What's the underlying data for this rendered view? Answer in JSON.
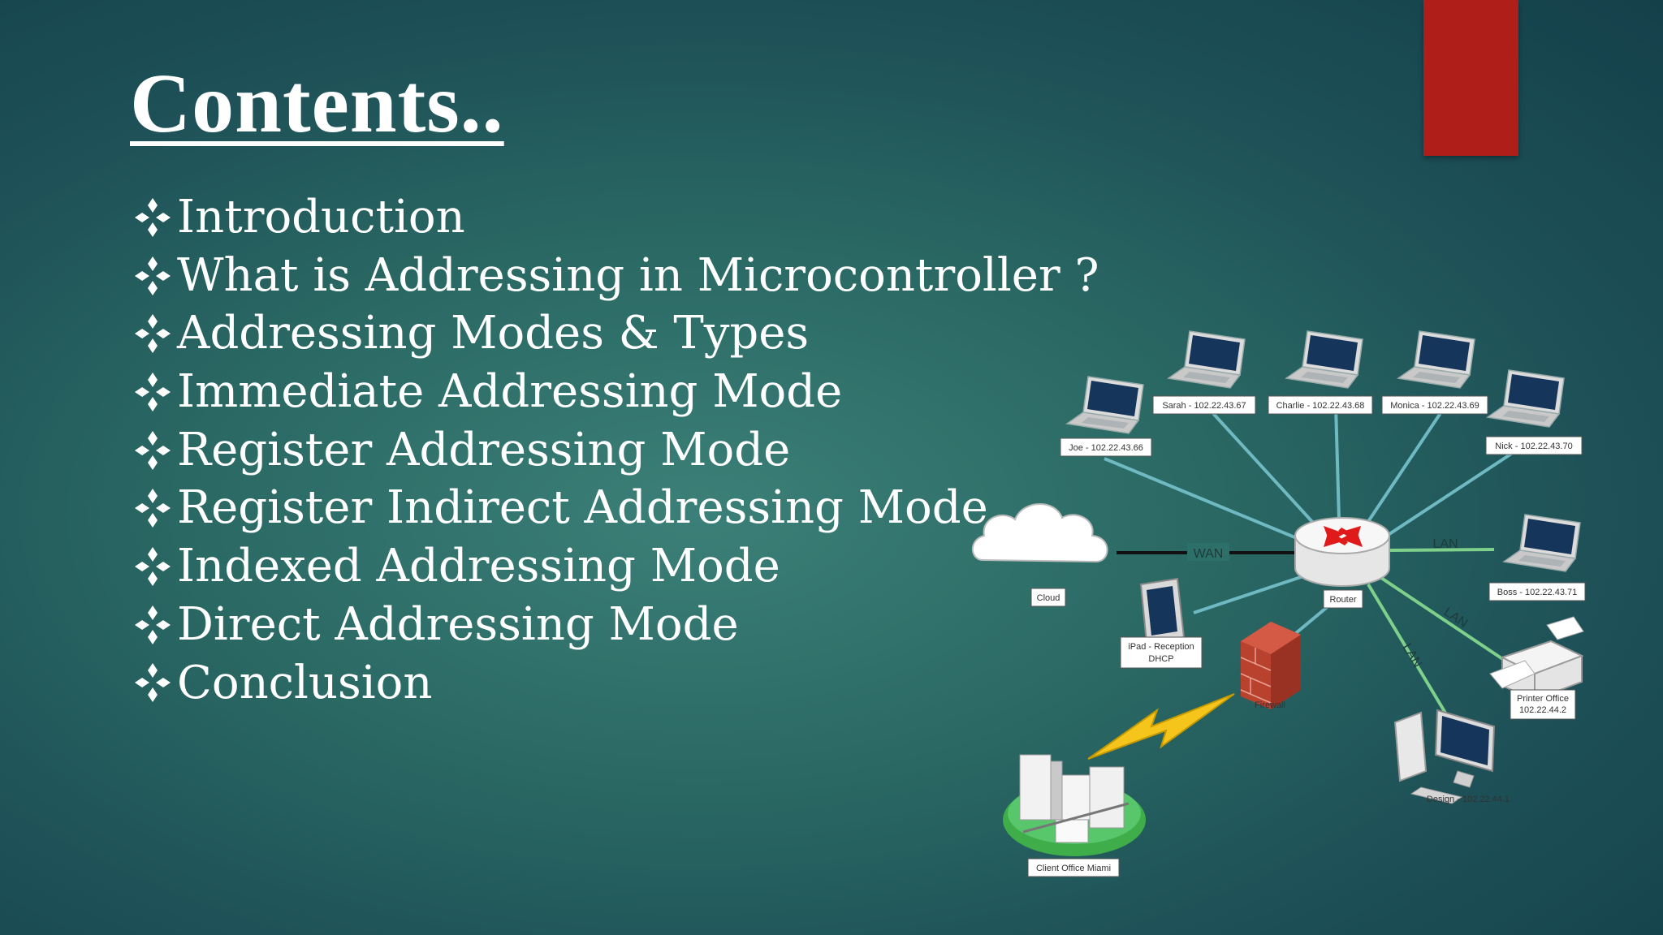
{
  "slide": {
    "title": "Contents..",
    "accent_color": "#b01e1a",
    "bullet_icon": "four-diamond-bullet-icon",
    "items": [
      "Introduction",
      "What is Addressing in Microcontroller ?",
      "Addressing Modes & Types",
      "Immediate Addressing Mode",
      "Register Addressing Mode",
      "Register Indirect Addressing Mode",
      "Indexed Addressing Mode",
      "Direct Addressing Mode",
      "Conclusion"
    ]
  },
  "diagram": {
    "nodes": {
      "joe": "Joe - 102.22.43.66",
      "sarah": "Sarah - 102.22.43.67",
      "charlie": "Charlie - 102.22.43.68",
      "monica": "Monica - 102.22.43.69",
      "nick": "Nick - 102.22.43.70",
      "boss": "Boss - 102.22.43.71",
      "cloud": "Cloud",
      "router": "Router",
      "ipad_line1": "iPad - Reception",
      "ipad_line2": "DHCP",
      "firewall": "Firewall",
      "printer_line1": "Printer Office",
      "printer_line2": "102.22.44.2",
      "design": "Design - 102.22.44.1",
      "client_office": "Client Office Miami"
    },
    "links": {
      "wan": "WAN",
      "lan1": "LAN",
      "lan2": "LAN",
      "lan3": "LAN"
    }
  }
}
